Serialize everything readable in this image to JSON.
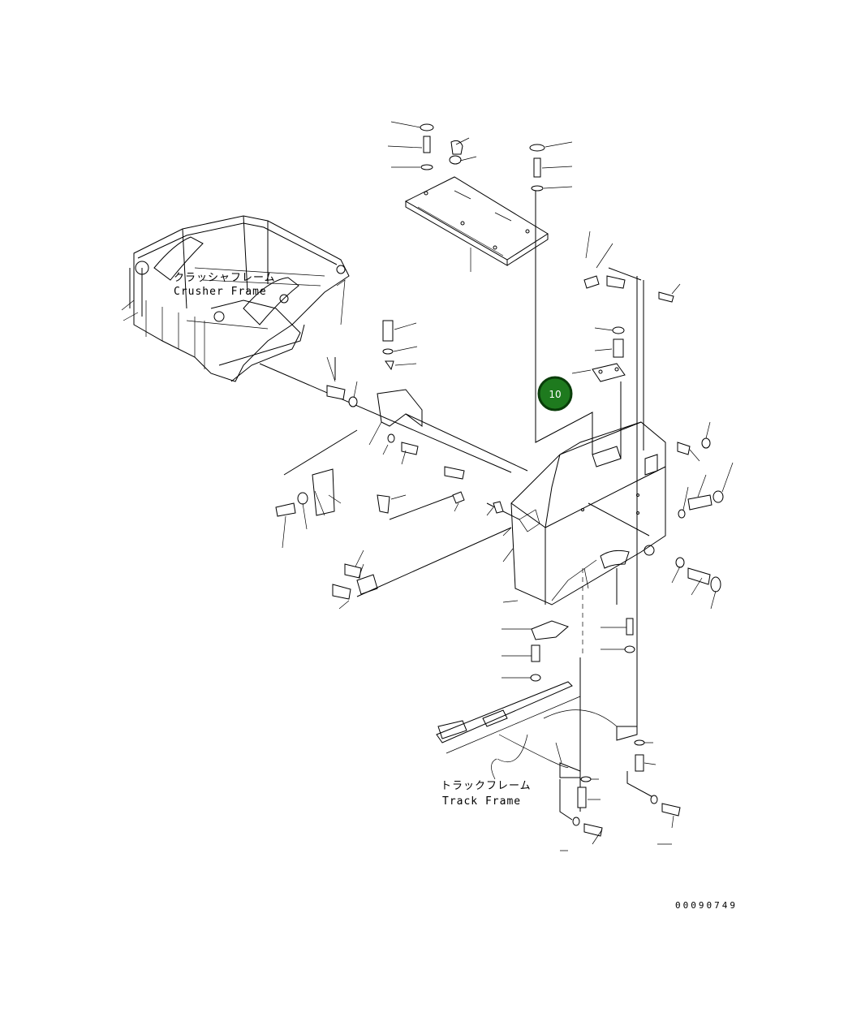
{
  "labels": {
    "crusher_frame_jp": "クラッシャフレーム",
    "crusher_frame_en": "Crusher Frame",
    "track_frame_jp": "トラックフレーム",
    "track_frame_en": "Track Frame"
  },
  "callout": {
    "number": "10",
    "color": "#1e7a1e"
  },
  "drawing_code": "00090749"
}
